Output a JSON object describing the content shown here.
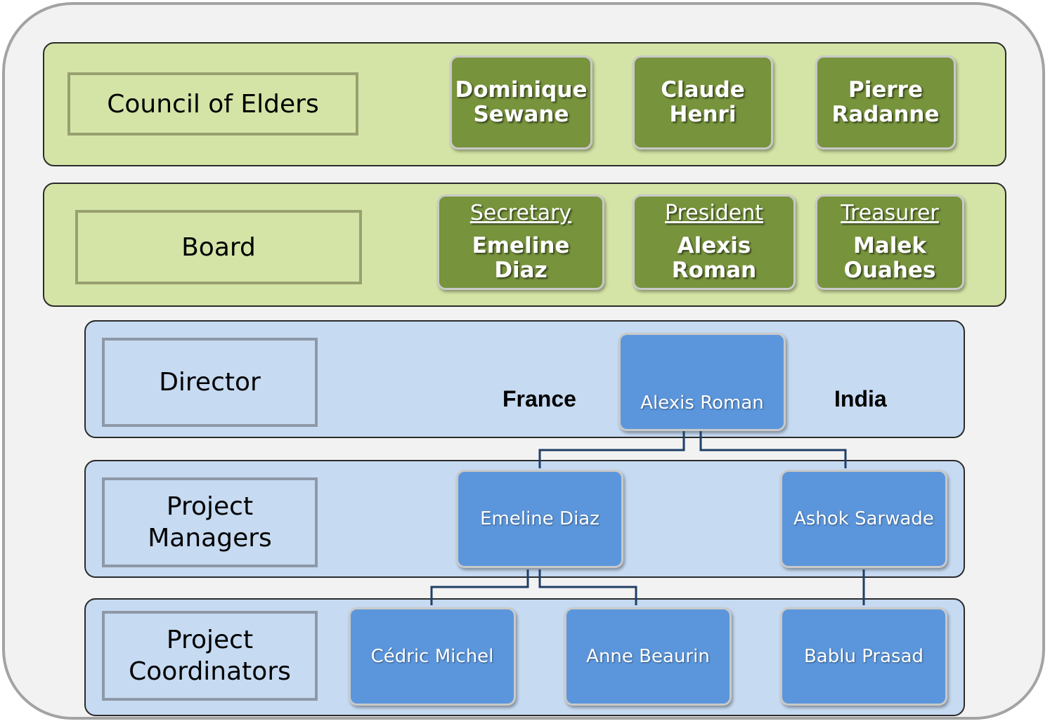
{
  "rows": {
    "council": {
      "label": "Council of Elders",
      "members": [
        {
          "line1": "Dominique",
          "line2": "Sewane"
        },
        {
          "line1": "Claude",
          "line2": "Henri"
        },
        {
          "line1": "Pierre",
          "line2": "Radanne"
        }
      ]
    },
    "board": {
      "label": "Board",
      "members": [
        {
          "role": "Secretary",
          "line1": "Emeline",
          "line2": "Diaz"
        },
        {
          "role": "President",
          "line1": "Alexis",
          "line2": "Roman"
        },
        {
          "role": "Treasurer",
          "line1": "Malek",
          "line2": "Ouahes"
        }
      ]
    },
    "director": {
      "label": "Director",
      "name": "Alexis Roman",
      "country_left": "France",
      "country_right": "India"
    },
    "managers": {
      "label_line1": "Project",
      "label_line2": "Managers",
      "members": [
        "Emeline Diaz",
        "Ashok Sarwade"
      ]
    },
    "coordinators": {
      "label_line1": "Project",
      "label_line2": "Coordinators",
      "members": [
        "Cédric Michel",
        "Anne Beaurin",
        "Bablu Prasad"
      ]
    }
  },
  "colors": {
    "green_band": "#d4e4a6",
    "green_box": "#77933c",
    "blue_band": "#c6daf1",
    "blue_box": "#5b96dc",
    "connector": "#1f3f66"
  }
}
